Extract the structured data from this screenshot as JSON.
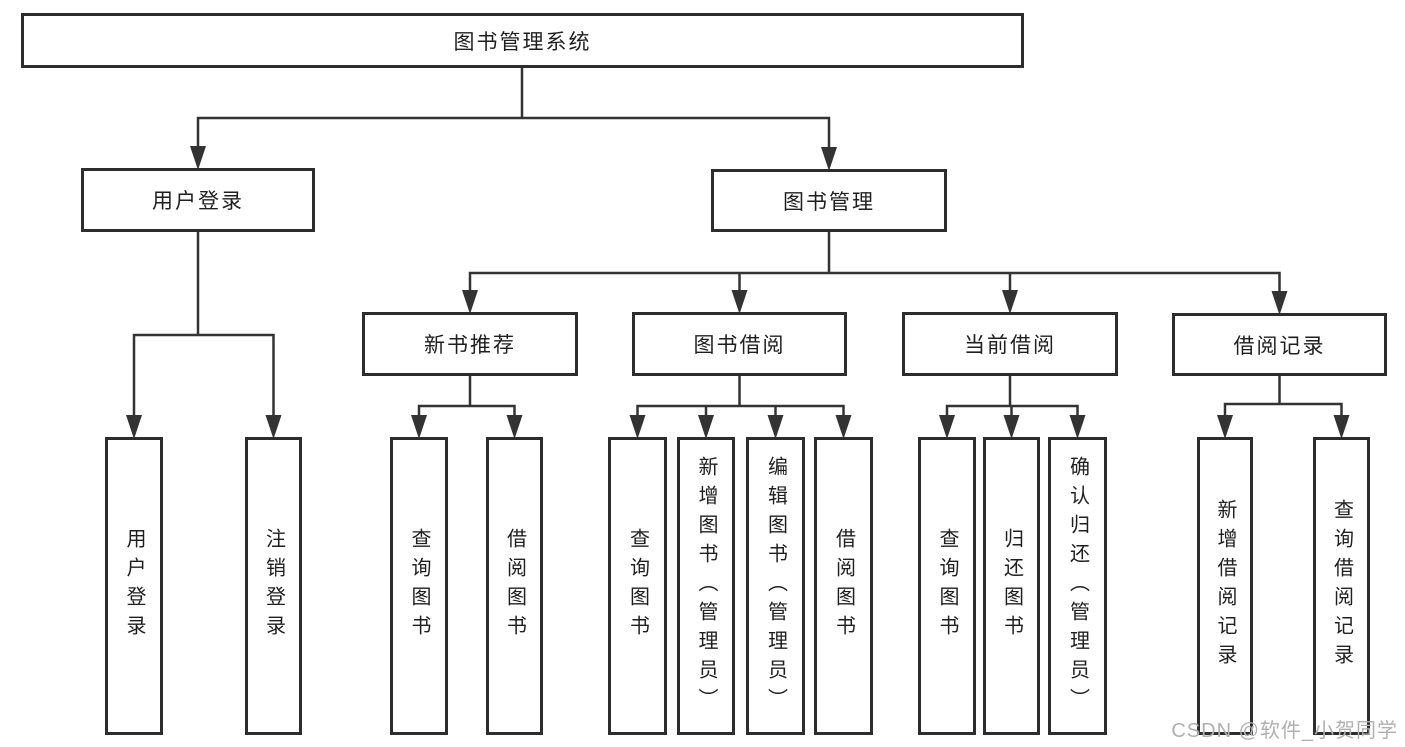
{
  "nodes": {
    "root": "图书管理系统",
    "user_login": "用户登录",
    "book_mgmt": "图书管理",
    "new_book_rec": "新书推荐",
    "book_borrow": "图书借阅",
    "current_borrow": "当前借阅",
    "borrow_record": "借阅记录",
    "leaf_login": "用户登录",
    "leaf_logout": "注销登录",
    "leaf_rec_query": "查询图书",
    "leaf_rec_borrow": "借阅图书",
    "leaf_bor_query": "查询图书",
    "leaf_bor_add": "新增图书（管理员）",
    "leaf_bor_edit": "编辑图书（管理员）",
    "leaf_bor_borrow": "借阅图书",
    "leaf_cur_query": "查询图书",
    "leaf_cur_return": "归还图书",
    "leaf_cur_confirm": "确认归还（管理员）",
    "leaf_rcd_add": "新增借阅记录",
    "leaf_rcd_query": "查询借阅记录"
  },
  "watermark": "CSDN @软件_小贺同学",
  "colors": {
    "line": "#333333",
    "box_border": "#2d2d2d",
    "text": "#1f1f1f",
    "watermark": "#b0b0b0",
    "background": "#ffffff"
  }
}
